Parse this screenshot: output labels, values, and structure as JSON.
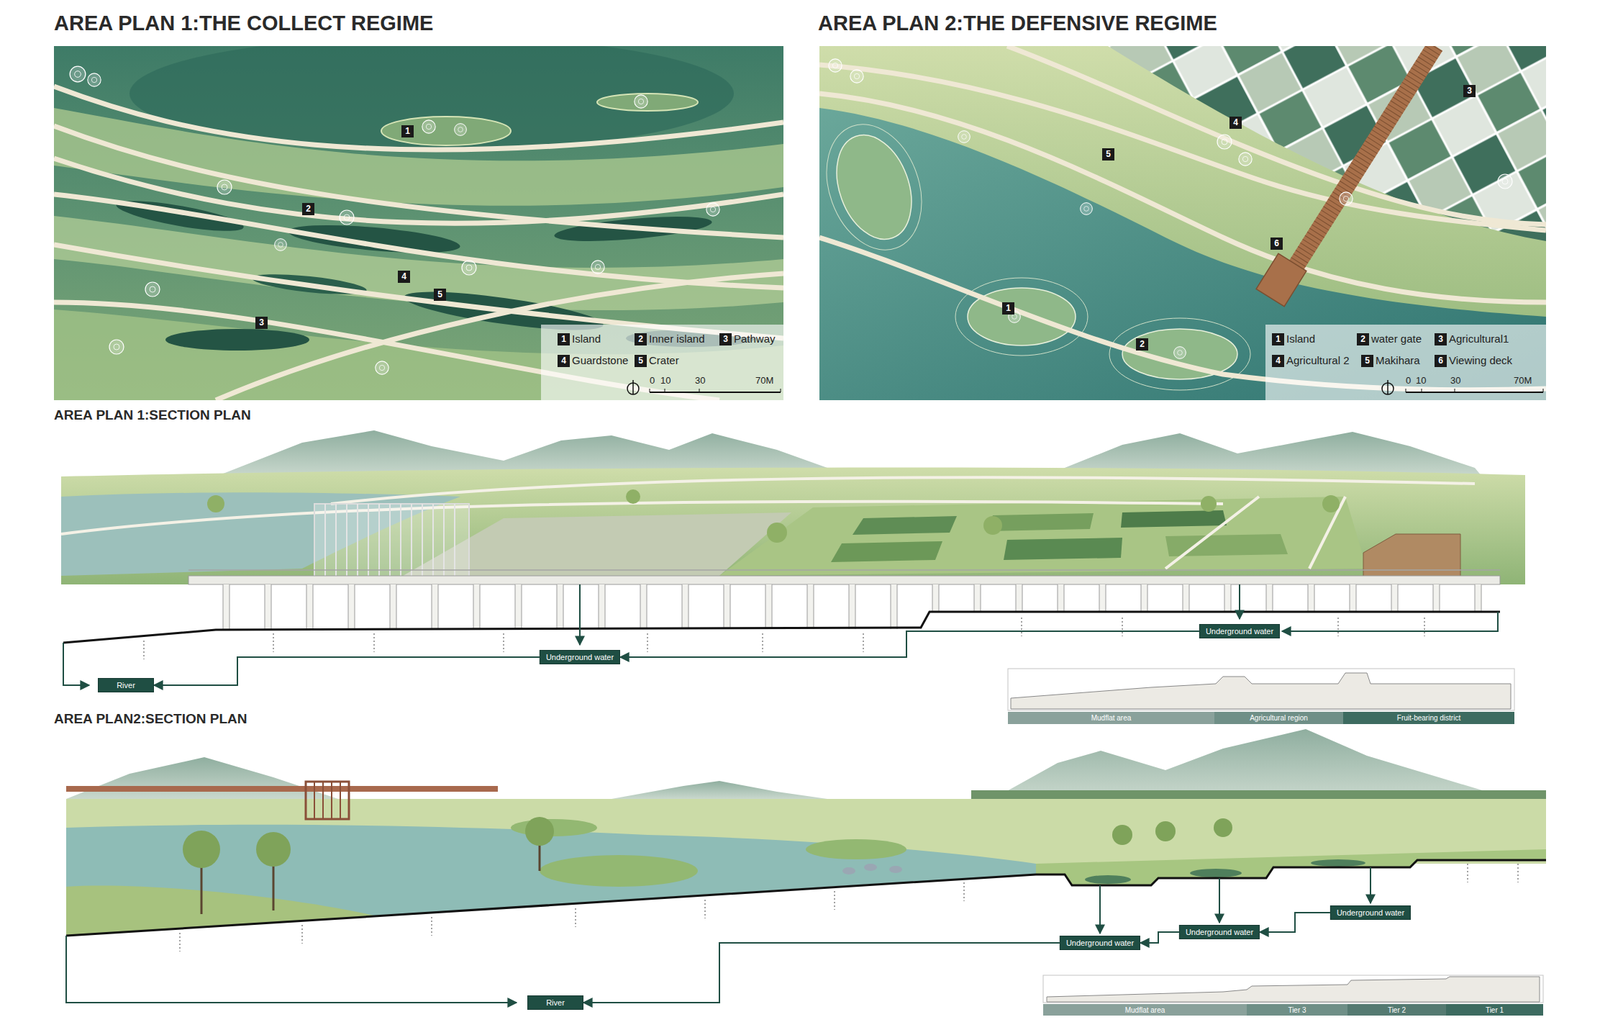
{
  "diagram": {
    "nodes": [
      {
        "text": [
          "Underground water"
        ]
      },
      {
        "text": [
          "Underground water"
        ]
      },
      {
        "text": [
          "River"
        ]
      },
      {
        "text": [
          "Mudflat area"
        ]
      },
      {
        "text": [
          "Agricultural region"
        ]
      },
      {
        "text": [
          "Fruit-bearing district"
        ]
      },
      {
        "text": [
          "Underground water"
        ]
      },
      {
        "text": [
          "Underground water"
        ]
      },
      {
        "text": [
          "Underground water"
        ]
      },
      {
        "text": [
          "River"
        ]
      },
      {
        "text": [
          "Mudflat area"
        ]
      },
      {
        "text": [
          "Tier 3"
        ]
      },
      {
        "text": [
          "Tier 2"
        ]
      },
      {
        "text": [
          "Tier 1"
        ]
      }
    ],
    "edges": [
      {
        "from": 0,
        "to": 1,
        "arrow": "to"
      },
      {
        "from": 1,
        "to": 2,
        "arrow": "to"
      },
      {
        "from": 6,
        "to": 7,
        "arrow": "to"
      },
      {
        "from": 7,
        "to": 8,
        "arrow": "to"
      },
      {
        "from": 8,
        "to": 9,
        "arrow": "to"
      }
    ],
    "labels": [
      "AREA PLAN 1:THE COLLECT REGIME",
      "AREA PLAN 2:THE DEFENSIVE REGIME",
      "1",
      "2",
      "3",
      "4",
      "5",
      "1",
      "Island",
      "2",
      "Inner island",
      "3",
      "Pathway",
      "4",
      "Guardstone",
      "5",
      "Crater",
      "0",
      "10",
      "30",
      "70M",
      "3",
      "4",
      "5",
      "6",
      "1",
      "2",
      "1",
      "Island",
      "2",
      "water gate",
      "3",
      "Agricultural1",
      "4",
      "Agricultural 2",
      "5",
      "Makihara",
      "6",
      "Viewing deck",
      "0",
      "10",
      "30",
      "70M",
      "AREA PLAN 1:SECTION PLAN",
      "AREA PLAN2:SECTION PLAN"
    ]
  }
}
